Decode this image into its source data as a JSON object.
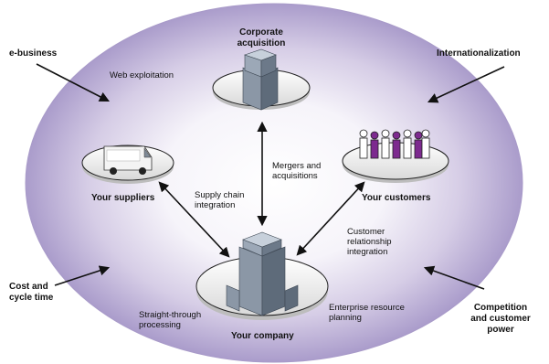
{
  "drivers": {
    "top_left": "e-business",
    "top_right": "Internationalization",
    "bottom_left": [
      "Cost and",
      "cycle time"
    ],
    "bottom_right": [
      "Competition",
      "and customer",
      "power"
    ]
  },
  "nodes": {
    "corporate": [
      "Corporate",
      "acquisition"
    ],
    "suppliers": "Your suppliers",
    "customers": "Your customers",
    "company": "Your company"
  },
  "links": {
    "web": "Web exploitation",
    "mergers": [
      "Mergers and",
      "acquisitions"
    ],
    "supply_chain": [
      "Supply chain",
      "integration"
    ],
    "crm": [
      "Customer",
      "relationship",
      "integration"
    ],
    "stp": [
      "Straight-through",
      "processing"
    ],
    "erp": [
      "Enterprise resource",
      "planning"
    ]
  },
  "colors": {
    "outer_ring": "#b3a6cf",
    "inner_center": "#ffffff",
    "accent_purple": "#7d2a8f",
    "platform": "#f0f0f0"
  }
}
